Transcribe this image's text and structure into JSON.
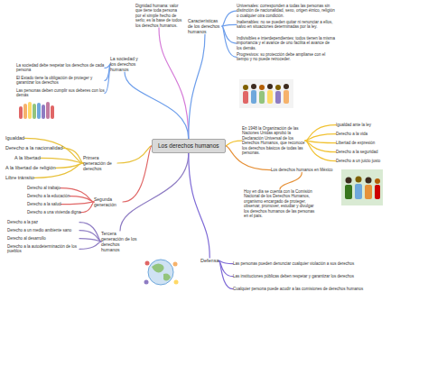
{
  "diagram": {
    "nodes": [
      {
        "text": [
          "Los derechos humanos"
        ]
      },
      {
        "text": [
          "Dignidad humana: valor que tiene toda persona por el simple hecho de serlo; es la base de todos los derechos humanos."
        ]
      },
      {
        "text": [
          "Características de los derechos humanos"
        ]
      },
      {
        "text": [
          "Universales: corresponden a todas las personas sin distinción de nacionalidad, sexo, origen étnico, religión o cualquier otra condición."
        ]
      },
      {
        "text": [
          "Inalienables: no se pueden quitar ni renunciar a ellos, salvo en situaciones determinadas por la ley."
        ]
      },
      {
        "text": [
          "Indivisibles e interdependientes: todos tienen la misma importancia y el avance de uno facilita el avance de los demás."
        ]
      },
      {
        "text": [
          "Progresivos: su protección debe ampliarse con el tiempo y no puede retroceder."
        ]
      },
      {
        "text": [
          "La sociedad y los derechos humanos"
        ]
      },
      {
        "text": [
          "La sociedad debe respetar los derechos de cada persona"
        ]
      },
      {
        "text": [
          "El Estado tiene la obligación de proteger y garantizar los derechos"
        ]
      },
      {
        "text": [
          "Las personas deben cumplir sus deberes con los demás"
        ]
      },
      {
        "text": [
          "Primera generación de derechos"
        ]
      },
      {
        "text": [
          "Igualdad"
        ]
      },
      {
        "text": [
          "Derecho a la nacionalidad"
        ]
      },
      {
        "text": [
          "A la libertad"
        ]
      },
      {
        "text": [
          "A la libertad de religión"
        ]
      },
      {
        "text": [
          "Libre tránsito"
        ]
      },
      {
        "text": [
          "Segunda generación"
        ]
      },
      {
        "text": [
          "Derecho al trabajo"
        ]
      },
      {
        "text": [
          "Derecho a la educación"
        ]
      },
      {
        "text": [
          "Derecho a la salud"
        ]
      },
      {
        "text": [
          "Derecho a una vivienda digna"
        ]
      },
      {
        "text": [
          "Tercera generación de los derechos humanos"
        ]
      },
      {
        "text": [
          "Derecho a la paz"
        ]
      },
      {
        "text": [
          "Derecho a un medio ambiente sano"
        ]
      },
      {
        "text": [
          "Derecho al desarrollo"
        ]
      },
      {
        "text": [
          "Derecho a la autodeterminación de los pueblos"
        ]
      },
      {
        "text": [
          "En 1948 la Organización de las Naciones Unidas aprobó la Declaración Universal de los Derechos Humanos, que reconoce los derechos básicos de todas las personas."
        ]
      },
      {
        "text": [
          "Igualdad ante la ley"
        ]
      },
      {
        "text": [
          "Derecho a la vida"
        ]
      },
      {
        "text": [
          "Libertad de expresión"
        ]
      },
      {
        "text": [
          "Derecho a la seguridad"
        ]
      },
      {
        "text": [
          "Derecho a un juicio justo"
        ]
      },
      {
        "text": [
          "Los derechos humanos en México"
        ]
      },
      {
        "text": [
          "Hoy en día se cuenta con la Comisión Nacional de los Derechos Humanos, organismo encargado de proteger, observar, promover, estudiar y divulgar los derechos humanos de las personas en el país."
        ]
      },
      {
        "text": [
          "Defensa"
        ]
      },
      {
        "text": [
          "Las personas pueden denunciar cualquier violación a sus derechos"
        ]
      },
      {
        "text": [
          "Las instituciones públicas deben respetar y garantizar los derechos"
        ]
      },
      {
        "text": [
          "Cualquier persona puede acudir a las comisiones de derechos humanos"
        ]
      }
    ],
    "edges": [
      {
        "from": 0,
        "to": 1,
        "arrow": "none"
      },
      {
        "from": 0,
        "to": 2,
        "arrow": "none"
      },
      {
        "from": 2,
        "to": 3,
        "arrow": "none"
      },
      {
        "from": 2,
        "to": 4,
        "arrow": "none"
      },
      {
        "from": 2,
        "to": 5,
        "arrow": "none"
      },
      {
        "from": 2,
        "to": 6,
        "arrow": "none"
      },
      {
        "from": 0,
        "to": 7,
        "arrow": "none"
      },
      {
        "from": 7,
        "to": 8,
        "arrow": "none"
      },
      {
        "from": 7,
        "to": 9,
        "arrow": "none"
      },
      {
        "from": 7,
        "to": 10,
        "arrow": "none"
      },
      {
        "from": 0,
        "to": 11,
        "arrow": "none"
      },
      {
        "from": 11,
        "to": 12,
        "arrow": "none"
      },
      {
        "from": 11,
        "to": 13,
        "arrow": "none"
      },
      {
        "from": 11,
        "to": 14,
        "arrow": "none"
      },
      {
        "from": 11,
        "to": 15,
        "arrow": "none"
      },
      {
        "from": 11,
        "to": 16,
        "arrow": "none"
      },
      {
        "from": 0,
        "to": 17,
        "arrow": "none"
      },
      {
        "from": 17,
        "to": 18,
        "arrow": "none"
      },
      {
        "from": 17,
        "to": 19,
        "arrow": "none"
      },
      {
        "from": 17,
        "to": 20,
        "arrow": "none"
      },
      {
        "from": 17,
        "to": 21,
        "arrow": "none"
      },
      {
        "from": 0,
        "to": 22,
        "arrow": "none"
      },
      {
        "from": 22,
        "to": 23,
        "arrow": "none"
      },
      {
        "from": 22,
        "to": 24,
        "arrow": "none"
      },
      {
        "from": 22,
        "to": 25,
        "arrow": "none"
      },
      {
        "from": 22,
        "to": 26,
        "arrow": "none"
      },
      {
        "from": 0,
        "to": 27,
        "arrow": "none"
      },
      {
        "from": 27,
        "to": 28,
        "arrow": "none"
      },
      {
        "from": 27,
        "to": 29,
        "arrow": "none"
      },
      {
        "from": 27,
        "to": 30,
        "arrow": "none"
      },
      {
        "from": 27,
        "to": 31,
        "arrow": "none"
      },
      {
        "from": 27,
        "to": 32,
        "arrow": "none"
      },
      {
        "from": 0,
        "to": 33,
        "arrow": "none"
      },
      {
        "from": 33,
        "to": 34,
        "arrow": "none"
      },
      {
        "from": 0,
        "to": 35,
        "arrow": "none"
      },
      {
        "from": 35,
        "to": 36,
        "arrow": "none"
      },
      {
        "from": 35,
        "to": 37,
        "arrow": "none"
      },
      {
        "from": 35,
        "to": 38,
        "arrow": "none"
      }
    ]
  }
}
